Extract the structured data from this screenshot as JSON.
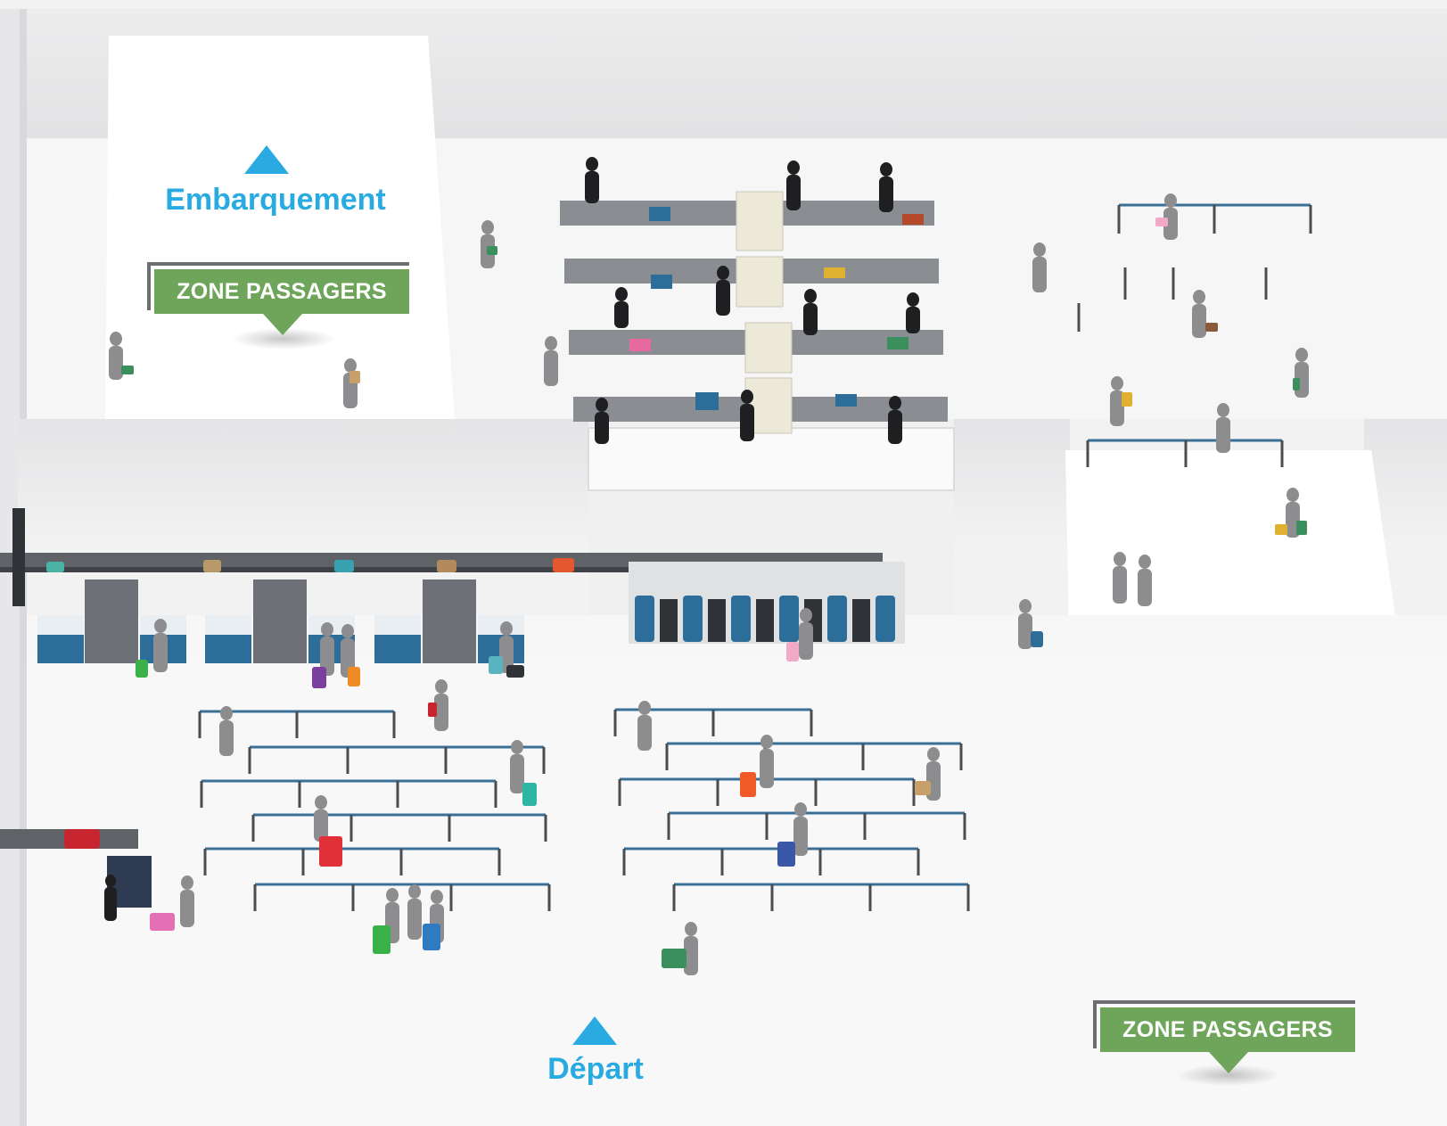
{
  "labels": {
    "boarding": "Embarquement",
    "departure": "Départ",
    "zone_top": "ZONE PASSAGERS",
    "zone_bottom": "ZONE PASSAGERS"
  },
  "colors": {
    "label_blue": "#29abe2",
    "zone_green": "#6fa55b",
    "floor": "#f4f4f5",
    "wall": "#e6e6e8",
    "belt": "#5f6368",
    "rope": "#3a6f96",
    "desk_blue": "#2c6e99",
    "silhouette": "#8d8d8f",
    "staff": "#1f1f21"
  },
  "icons": {
    "boarding_arrow": "triangle-up-icon",
    "departure_arrow": "triangle-up-icon"
  }
}
